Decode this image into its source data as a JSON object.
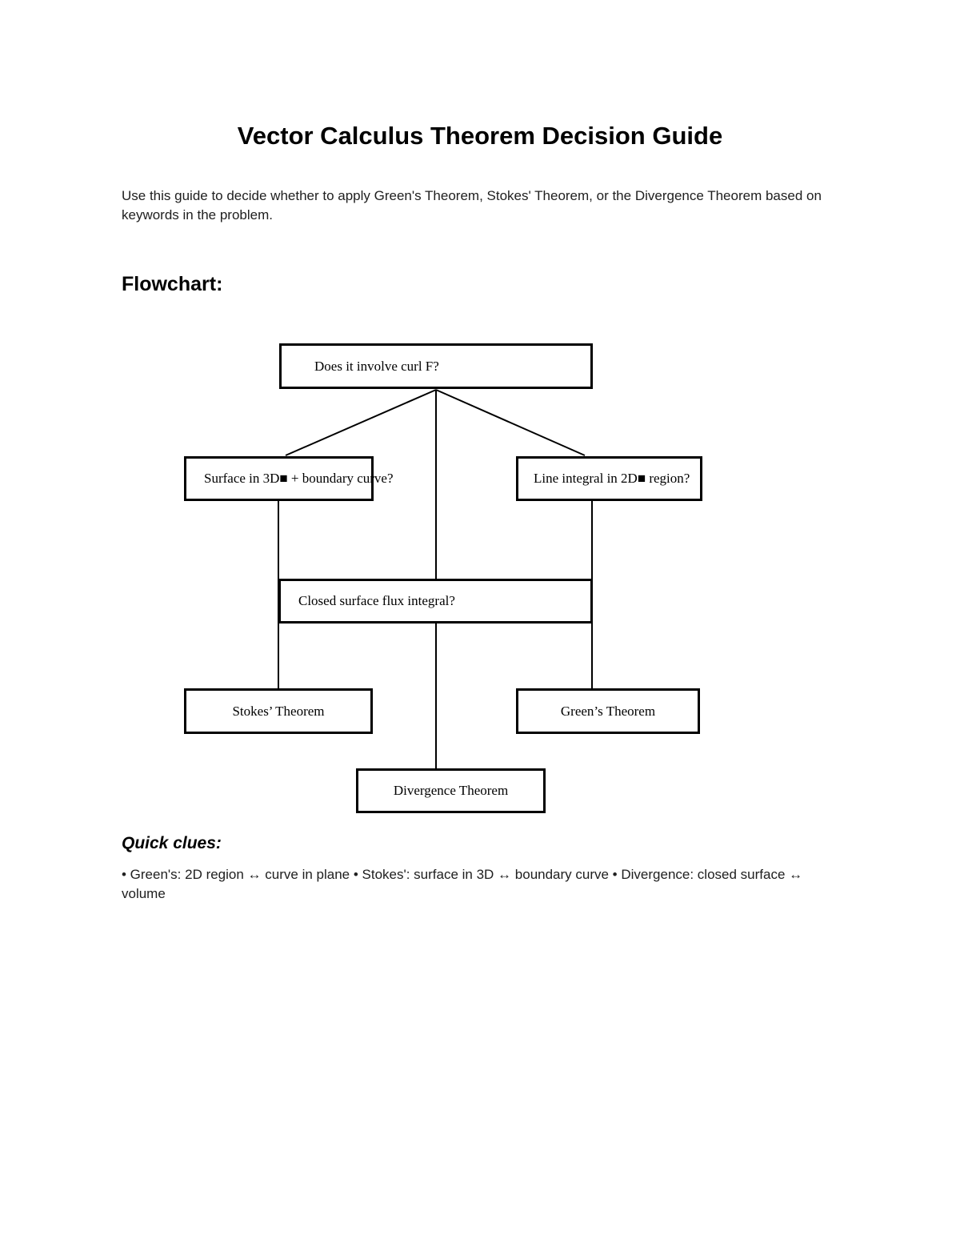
{
  "page": {
    "title": "Vector Calculus Theorem Decision Guide",
    "intro": "Use this guide to decide whether to apply Green's Theorem, Stokes' Theorem, or the Divergence Theorem based on keywords in the problem.",
    "flowchart_heading": "Flowchart:",
    "clues_heading": "Quick clues:",
    "clues_text": "• Green's: 2D region ↔ curve in plane • Stokes': surface in 3D ↔ boundary curve • Divergence: closed surface ↔ volume"
  },
  "flowchart": {
    "nodes": [
      {
        "id": "curl",
        "label": "Does it involve curl F?"
      },
      {
        "id": "surface3d",
        "label": "Surface in 3D■ + boundary curve?"
      },
      {
        "id": "line2d",
        "label": "Line integral in 2D■ region?"
      },
      {
        "id": "flux",
        "label": "Closed surface flux integral?"
      },
      {
        "id": "stokes",
        "label": "Stokes’ Theorem"
      },
      {
        "id": "greens",
        "label": "Green’s Theorem"
      },
      {
        "id": "divergence",
        "label": "Divergence Theorem"
      }
    ],
    "edges": [
      {
        "from": "curl",
        "to": "surface3d"
      },
      {
        "from": "curl",
        "to": "line2d"
      },
      {
        "from": "curl",
        "to": "flux"
      },
      {
        "from": "surface3d",
        "to": "stokes"
      },
      {
        "from": "line2d",
        "to": "greens"
      },
      {
        "from": "flux",
        "to": "divergence"
      }
    ]
  },
  "colors": {
    "page_background": "#ffffff",
    "text": "#000000",
    "node_border": "#000000",
    "connector": "#000000"
  }
}
